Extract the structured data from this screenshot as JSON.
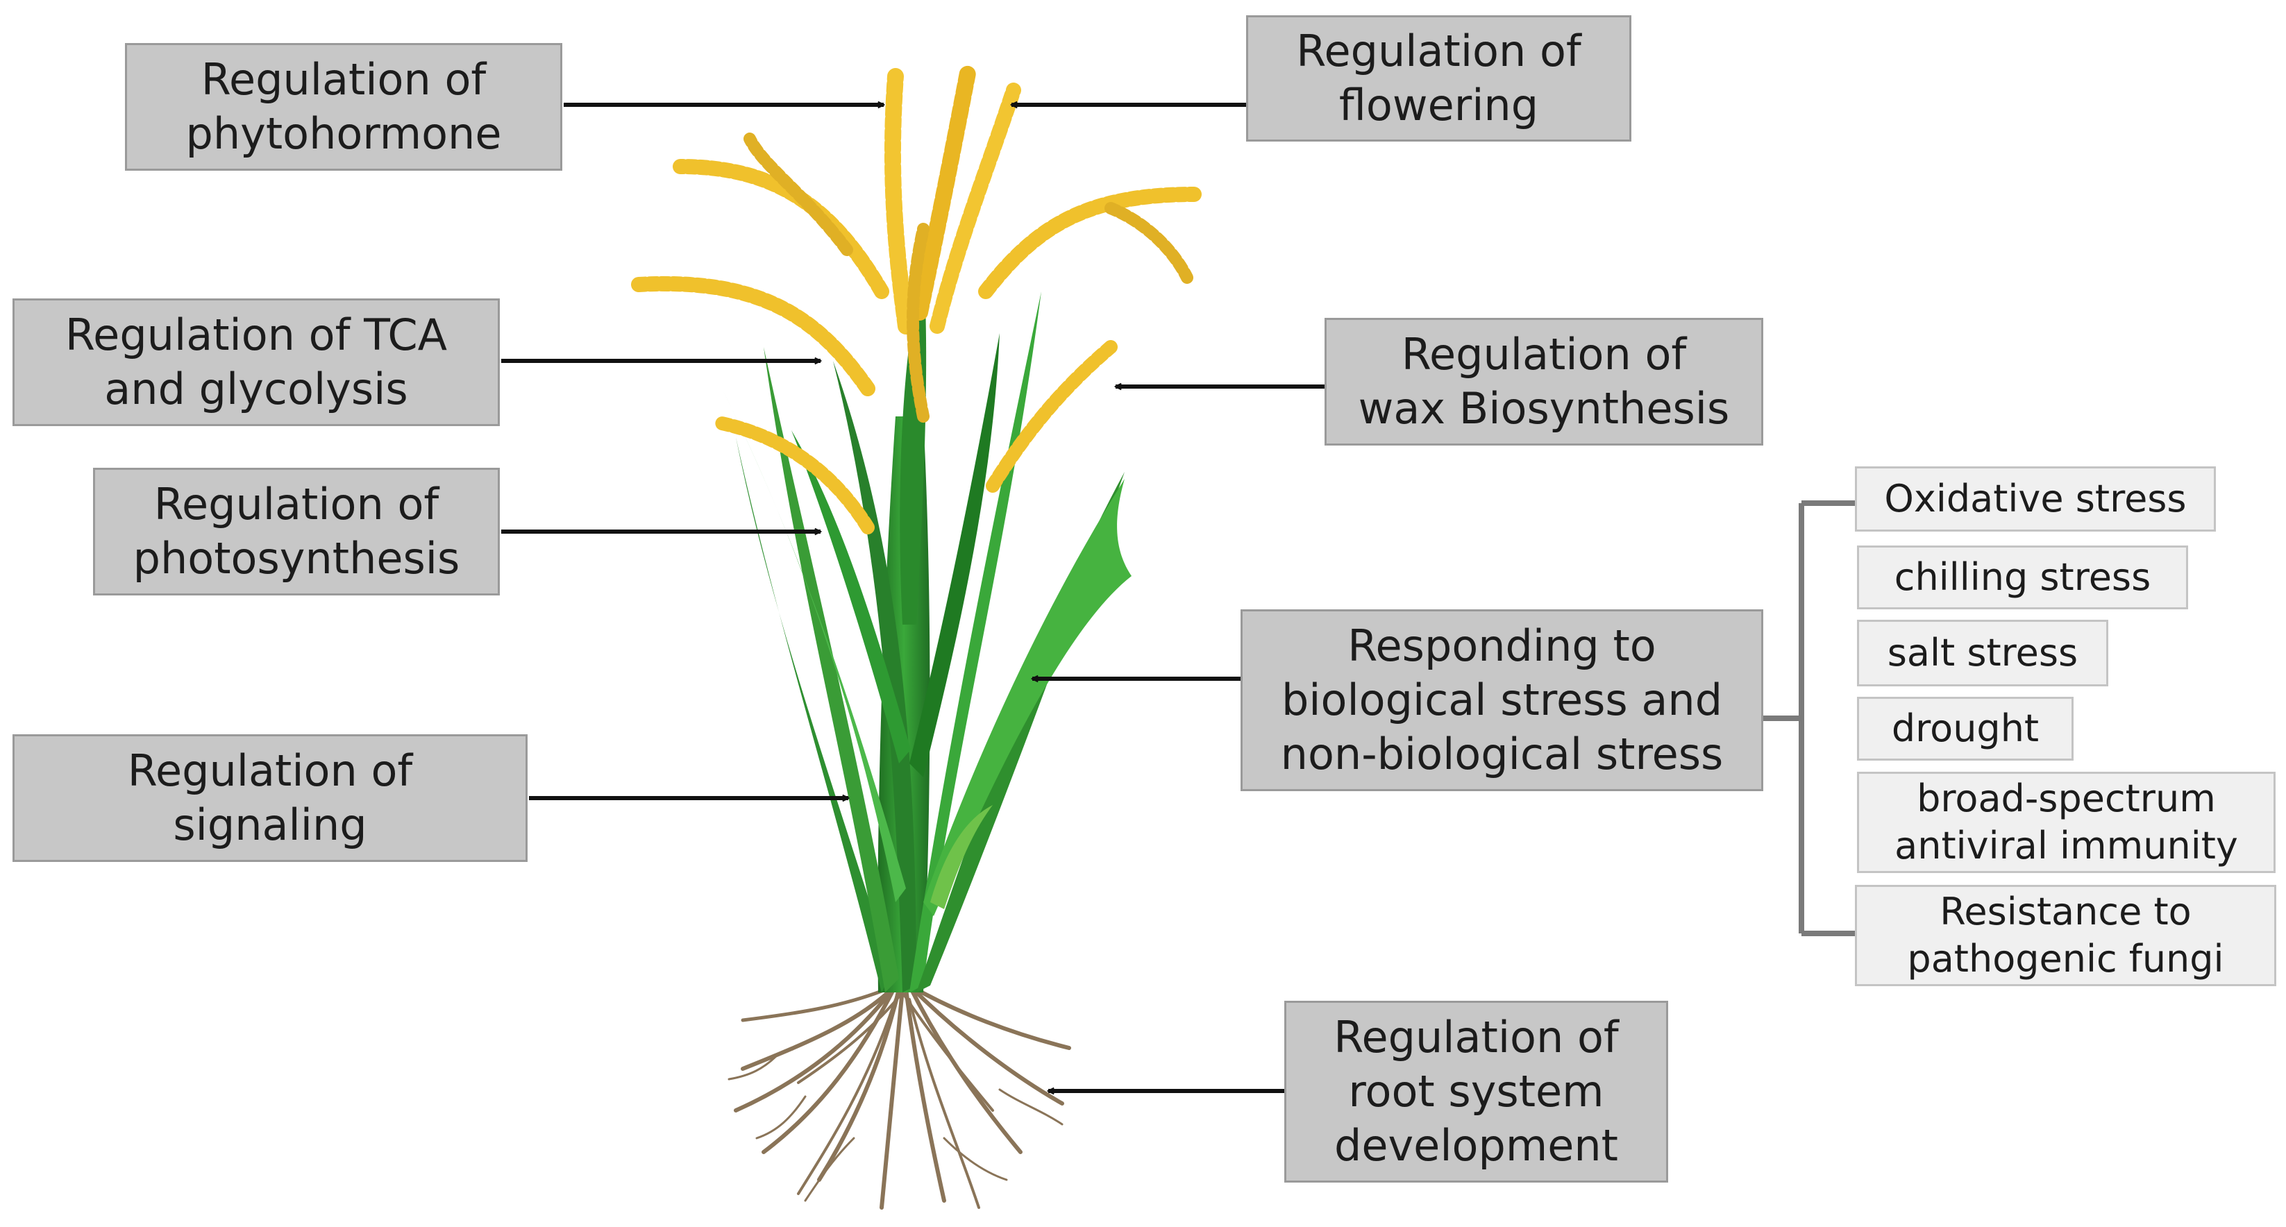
{
  "functions": {
    "phytohormone": "Regulation of\nphytohormone",
    "flowering": "Regulation of\nflowering",
    "tca": "Regulation of TCA\nand glycolysis",
    "wax": "Regulation of\nwax Biosynthesis",
    "photosynthesis": "Regulation of\nphotosynthesis",
    "stress": "Responding to\nbiological stress and\nnon-biological stress",
    "signaling": "Regulation of\nsignaling",
    "root": "Regulation of\nroot system\ndevelopment"
  },
  "stress_types": [
    "Oxidative stress",
    "chilling stress",
    "salt stress",
    "drought",
    "broad-spectrum\nantiviral immunity",
    "Resistance to\npathogenic fungi"
  ],
  "colors": {
    "box_fill": "#c7c7c7",
    "sub_box_fill": "#f0f0f0",
    "arrow": "#111111",
    "leaf": "#2f8f2e",
    "grain": "#e3b21c",
    "root": "#8a7458"
  }
}
